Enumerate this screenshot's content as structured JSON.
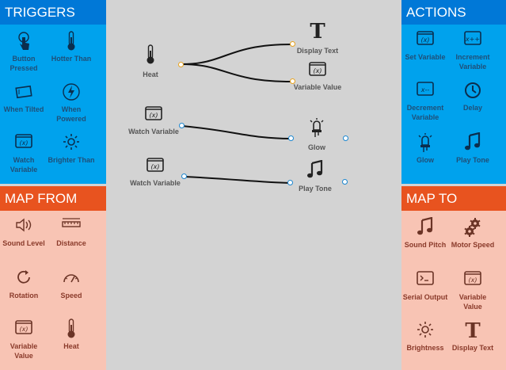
{
  "triggers": {
    "title": "TRIGGERS",
    "items": [
      {
        "label": "Button Pressed",
        "icon": "touch-icon"
      },
      {
        "label": "Hotter Than",
        "icon": "thermometer-icon"
      },
      {
        "label": "When Tilted",
        "icon": "tilt-icon"
      },
      {
        "label": "When Powered",
        "icon": "lightning-icon"
      },
      {
        "label": "Watch Variable",
        "icon": "variable-icon"
      },
      {
        "label": "Brighter Than",
        "icon": "sun-icon"
      }
    ]
  },
  "map_from": {
    "title": "MAP FROM",
    "items": [
      {
        "label": "Sound Level",
        "icon": "speaker-icon"
      },
      {
        "label": "Distance",
        "icon": "ruler-icon"
      },
      {
        "label": "Rotation",
        "icon": "rotate-icon"
      },
      {
        "label": "Speed",
        "icon": "speedometer-icon"
      },
      {
        "label": "Variable Value",
        "icon": "variable-icon"
      },
      {
        "label": "Heat",
        "icon": "thermometer-icon"
      }
    ]
  },
  "actions": {
    "title": "ACTIONS",
    "items": [
      {
        "label": "Set Variable",
        "icon": "variable-icon"
      },
      {
        "label": "Increment Variable",
        "icon": "increment-icon"
      },
      {
        "label": "Decrement Variable",
        "icon": "decrement-icon"
      },
      {
        "label": "Delay",
        "icon": "clock-icon"
      },
      {
        "label": "Glow",
        "icon": "led-icon"
      },
      {
        "label": "Play Tone",
        "icon": "music-note-icon"
      }
    ]
  },
  "map_to": {
    "title": "MAP TO",
    "items": [
      {
        "label": "Sound Pitch",
        "icon": "music-note-icon"
      },
      {
        "label": "Motor Speed",
        "icon": "gears-icon"
      },
      {
        "label": "Serial Output",
        "icon": "terminal-icon"
      },
      {
        "label": "Variable Value",
        "icon": "variable-icon"
      },
      {
        "label": "Brightness",
        "icon": "sun-icon"
      },
      {
        "label": "Display Text",
        "icon": "text-icon"
      }
    ]
  },
  "canvas": {
    "nodes": {
      "heat": "Heat",
      "watch_variable_1": "Watch Variable",
      "watch_variable_2": "Watch Variable",
      "display_text": "Display Text",
      "variable_value": "Variable Value",
      "glow": "Glow",
      "play_tone": "Play Tone"
    }
  },
  "colors": {
    "blue_panel": "#00a2ed",
    "blue_header": "#0078d7",
    "peach_panel": "#f8c4b4",
    "orange_header": "#e8531f",
    "canvas": "#d3d3d3"
  }
}
